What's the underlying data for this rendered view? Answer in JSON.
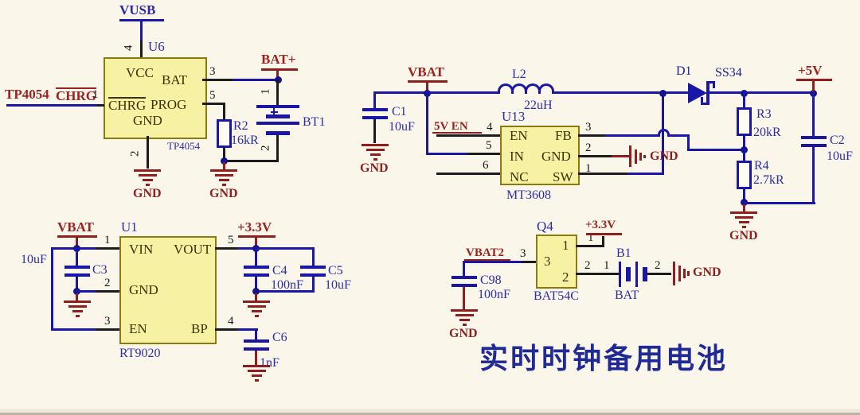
{
  "title": "实时时钟备用电池",
  "colors": {
    "background": "#fbf6ea",
    "wire_blue": "#1a17a8",
    "pin_black": "#1c1c1c",
    "net_label_red": "#9e2121",
    "designator_blue": "#2d2da8",
    "chip_fill": "#f7f1a3",
    "chip_border": "#8a7a10",
    "gnd_red": "#8f1f1f",
    "title_blue": "#1f2a96"
  },
  "charger": {
    "vusb": "VUSB",
    "u6_ref": "U6",
    "u6_part": "TP4054",
    "vcc": "VCC",
    "bat": "BAT",
    "chrg": "CHRG",
    "prog": "PROG",
    "gnd": "GND",
    "p1": "1",
    "p2": "2",
    "p3": "3",
    "p4": "4",
    "p5": "5",
    "chrg_net_prefix": "TP4054",
    "chrg_net": "CHRG",
    "chrg_pin": "1",
    "batplus": "BAT+",
    "bt1": "BT1",
    "bt1_p1": "1",
    "bt1_p2": "2",
    "r2": "R2",
    "r2_val": "16kR",
    "gnd_label": "GND"
  },
  "boost": {
    "vbat": "VBAT",
    "c1": "C1",
    "c1_val": "10uF",
    "l2": "L2",
    "l2_val": "22uH",
    "u13_ref": "U13",
    "u13_part": "MT3608",
    "en": "EN",
    "in": "IN",
    "nc": "NC",
    "fb": "FB",
    "gnd": "GND",
    "sw": "SW",
    "p1": "1",
    "p2": "2",
    "p3": "3",
    "p4": "4",
    "p5": "5",
    "p6": "6",
    "en_net": "5V EN",
    "d1": "D1",
    "d1_val": "SS34",
    "r3": "R3",
    "r3_val": "20kR",
    "r4": "R4",
    "r4_val": "2.7kR",
    "plus5": "+5V",
    "c2": "C2",
    "c2_val": "10uF",
    "gnd_label": "GND"
  },
  "ldo": {
    "vbat": "VBAT",
    "c3": "C3",
    "c3_val": "10uF",
    "u1_ref": "U1",
    "u1_part": "RT9020",
    "vin": "VIN",
    "vout": "VOUT",
    "gnd": "GND",
    "en": "EN",
    "bp": "BP",
    "p1": "1",
    "p2": "2",
    "p3": "3",
    "p4": "4",
    "p5": "5",
    "plus33": "+3.3V",
    "c4": "C4",
    "c4_val": "100nF",
    "c5": "C5",
    "c5_val": "10uF",
    "c6": "C6",
    "c6_val": "1nF"
  },
  "backup": {
    "q4_ref": "Q4",
    "q4_part": "BAT54C",
    "i1": "1",
    "i2": "2",
    "i3": "3",
    "p1": "1",
    "p2": "2",
    "p3": "3",
    "vbat2": "VBAT2",
    "plus33": "+3.3V",
    "c98": "C98",
    "c98_val": "100nF",
    "b1": "B1",
    "b1_part": "BAT",
    "b1_p1": "1",
    "b1_p2": "2",
    "gnd_label": "GND"
  }
}
